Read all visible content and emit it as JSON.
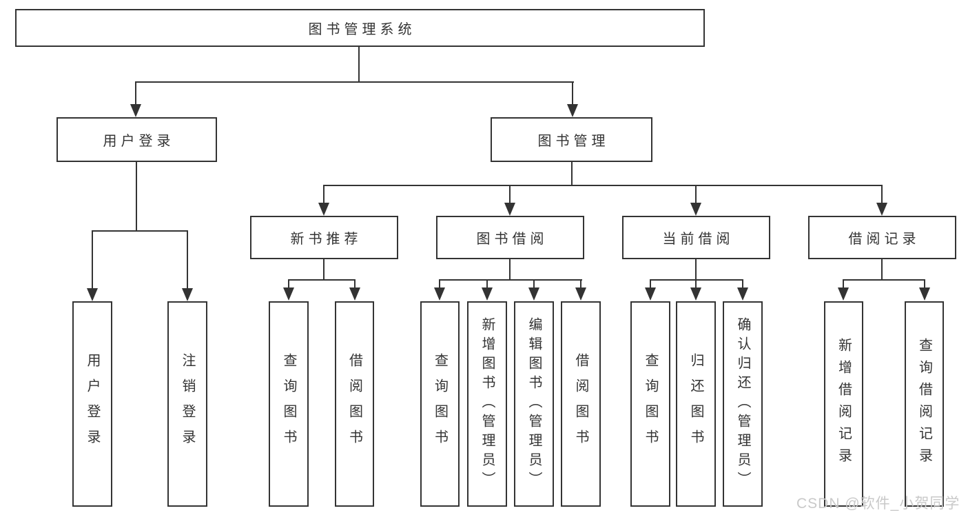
{
  "diagram": {
    "type": "tree",
    "root": {
      "label": "图书管理系统",
      "children": [
        {
          "label": "用户登录",
          "children": [
            {
              "label": "用户登录"
            },
            {
              "label": "注销登录"
            }
          ]
        },
        {
          "label": "图书管理",
          "children": [
            {
              "label": "新书推荐",
              "children": [
                {
                  "label": "查询图书"
                },
                {
                  "label": "借阅图书"
                }
              ]
            },
            {
              "label": "图书借阅",
              "children": [
                {
                  "label": "查询图书"
                },
                {
                  "label": "新增图书（管理员）"
                },
                {
                  "label": "编辑图书（管理员）"
                },
                {
                  "label": "借阅图书"
                }
              ]
            },
            {
              "label": "当前借阅",
              "children": [
                {
                  "label": "查询图书"
                },
                {
                  "label": "归还图书"
                },
                {
                  "label": "确认归还（管理员）"
                }
              ]
            },
            {
              "label": "借阅记录",
              "children": [
                {
                  "label": "新增借阅记录"
                },
                {
                  "label": "查询借阅记录"
                }
              ]
            }
          ]
        }
      ]
    },
    "watermark": "CSDN @软件_小贺同学",
    "colors": {
      "line": "#333333",
      "box_border": "#333333",
      "text": "#333333",
      "background": "#ffffff",
      "watermark": "#c9c9c9"
    }
  }
}
